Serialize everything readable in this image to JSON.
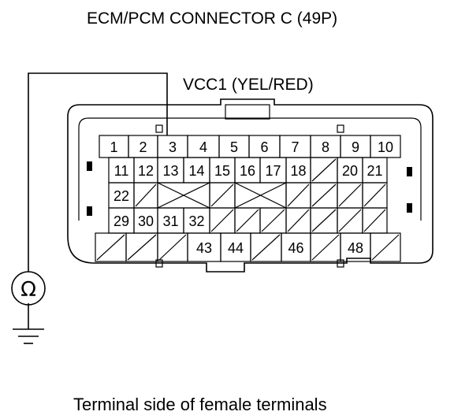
{
  "title": "ECM/PCM CONNECTOR C (49P)",
  "wire_label": "VCC1 (YEL/RED)",
  "caption": "Terminal side of female terminals",
  "meter_symbol": "Ω",
  "rows": [
    [
      "1",
      "2",
      "3",
      "4",
      "5",
      "6",
      "7",
      "8",
      "9",
      "10"
    ],
    [
      "11",
      "12",
      "13",
      "14",
      "15",
      "16",
      "17",
      "18",
      "",
      "20",
      "21"
    ],
    [
      "22",
      "",
      "",
      "",
      "",
      "",
      "",
      "",
      ""
    ],
    [
      "29",
      "30",
      "31",
      "32",
      "",
      "",
      "",
      "",
      "",
      "",
      ""
    ],
    [
      "",
      "",
      "",
      "43",
      "44",
      "",
      "46",
      "",
      "48",
      ""
    ]
  ]
}
